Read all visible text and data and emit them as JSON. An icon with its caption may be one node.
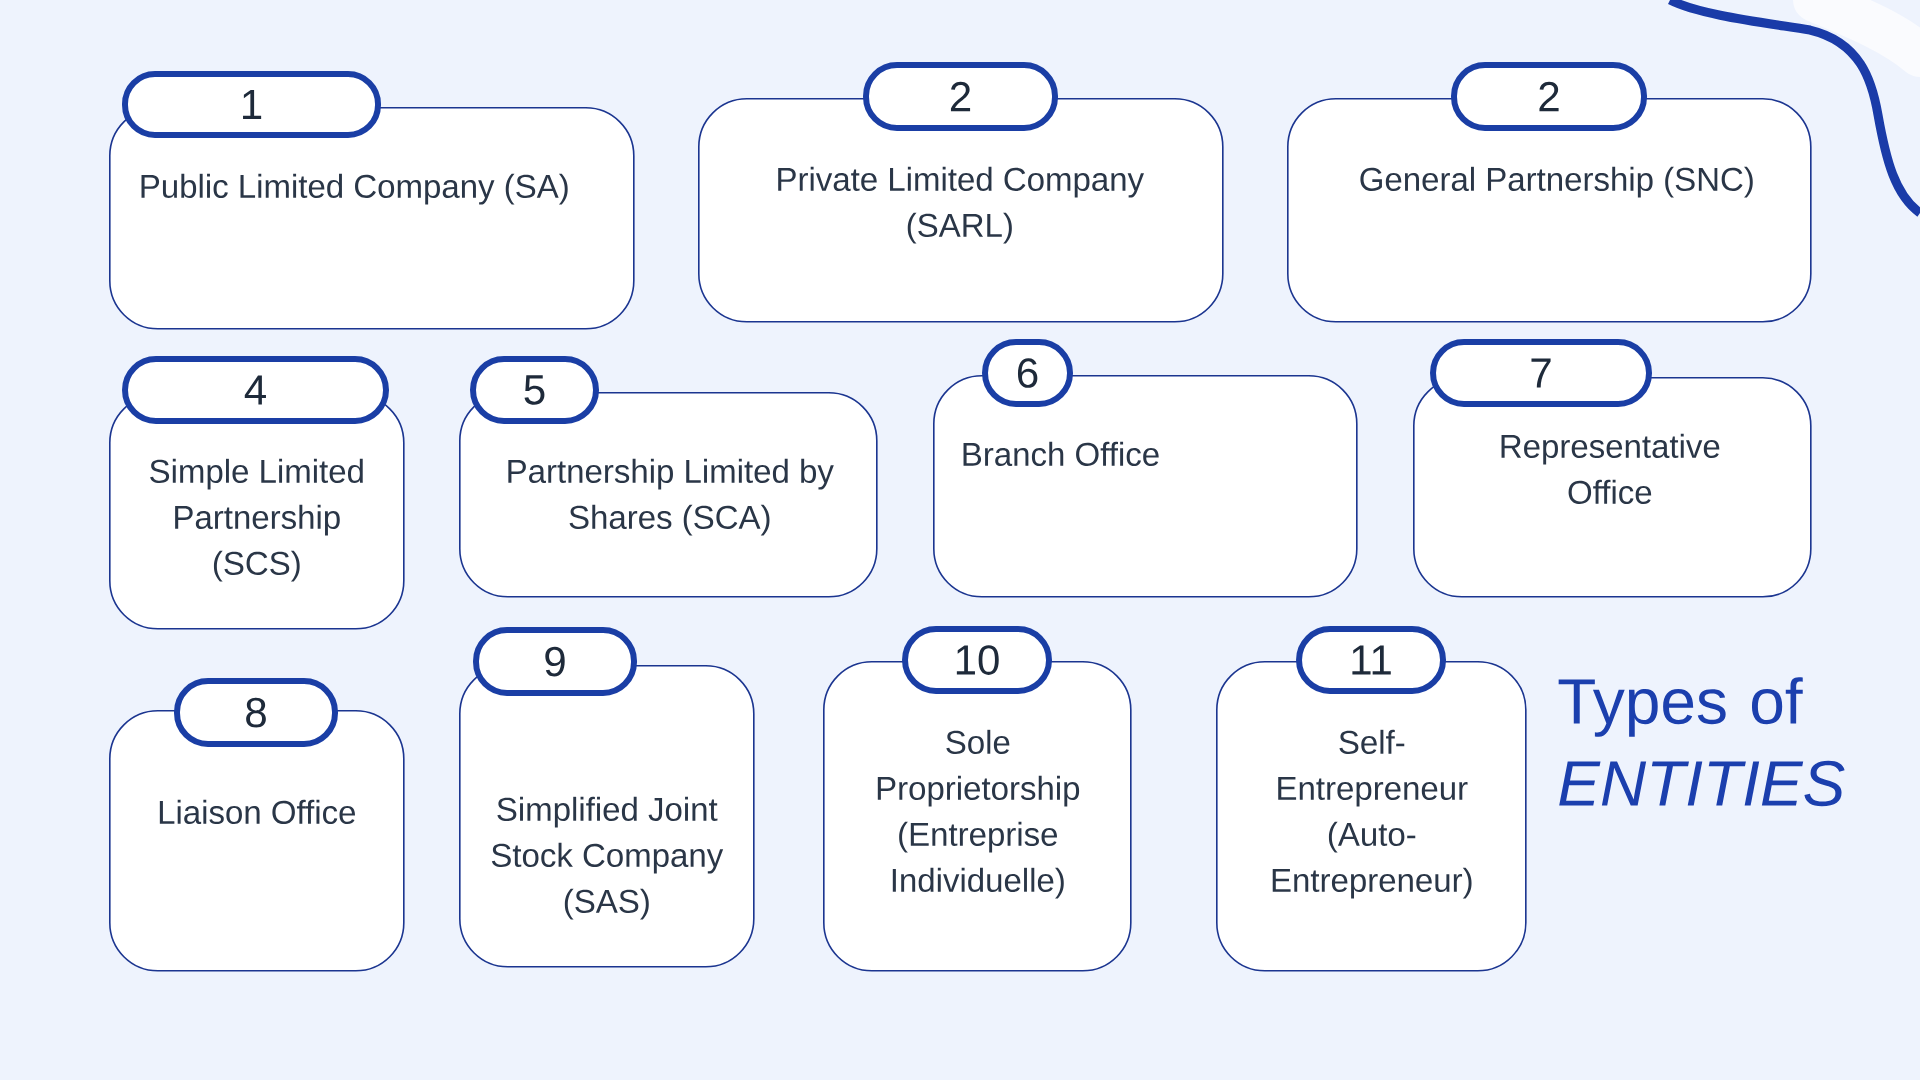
{
  "diagram": {
    "title": "Types of *ENTITIES*",
    "nodes": [
      {
        "text": [
          "1",
          "Public Limited Company (SA)"
        ]
      },
      {
        "text": [
          "2",
          "Private Limited Company (SARL)"
        ]
      },
      {
        "text": [
          "2",
          "General Partnership (SNC)"
        ]
      },
      {
        "text": [
          "4",
          "Simple Limited Partnership (SCS)"
        ]
      },
      {
        "text": [
          "5",
          "Partnership Limited by Shares (SCA)"
        ]
      },
      {
        "text": [
          "6",
          "Branch Office"
        ]
      },
      {
        "text": [
          "7",
          "Representative Office"
        ]
      },
      {
        "text": [
          "8",
          "Liaison Office"
        ]
      },
      {
        "text": [
          "9",
          "Simplified Joint Stock Company (SAS)"
        ]
      },
      {
        "text": [
          "10",
          "Sole Proprietorship (Entreprise Individuelle)"
        ]
      },
      {
        "text": [
          "11",
          "Self-Entrepreneur (Auto-Entrepreneur)"
        ]
      }
    ]
  }
}
